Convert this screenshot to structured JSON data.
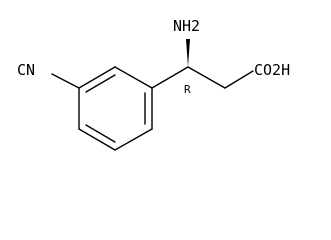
{
  "molecule": {
    "labels": {
      "nitrile": "CN",
      "amine": "NH2",
      "acid": "CO2H",
      "stereo": "R"
    }
  }
}
